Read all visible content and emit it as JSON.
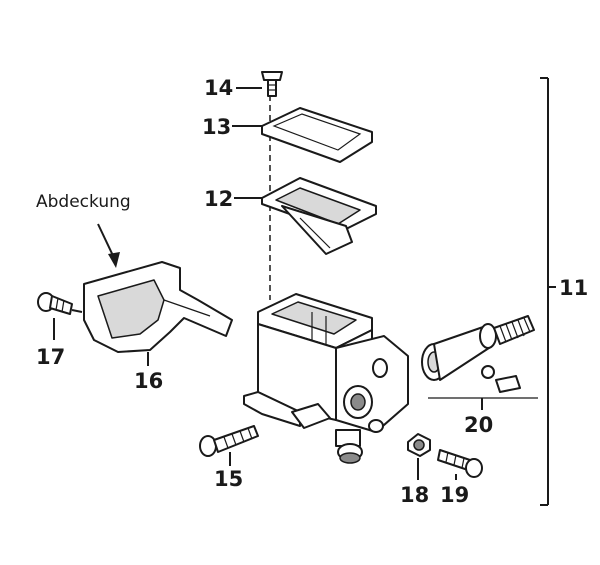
{
  "diagram": {
    "annotation": "Abdeckung",
    "labels": {
      "p11": "11",
      "p12": "12",
      "p13": "13",
      "p14": "14",
      "p15": "15",
      "p16": "16",
      "p17": "17",
      "p18": "18",
      "p19": "19",
      "p20": "20"
    }
  }
}
